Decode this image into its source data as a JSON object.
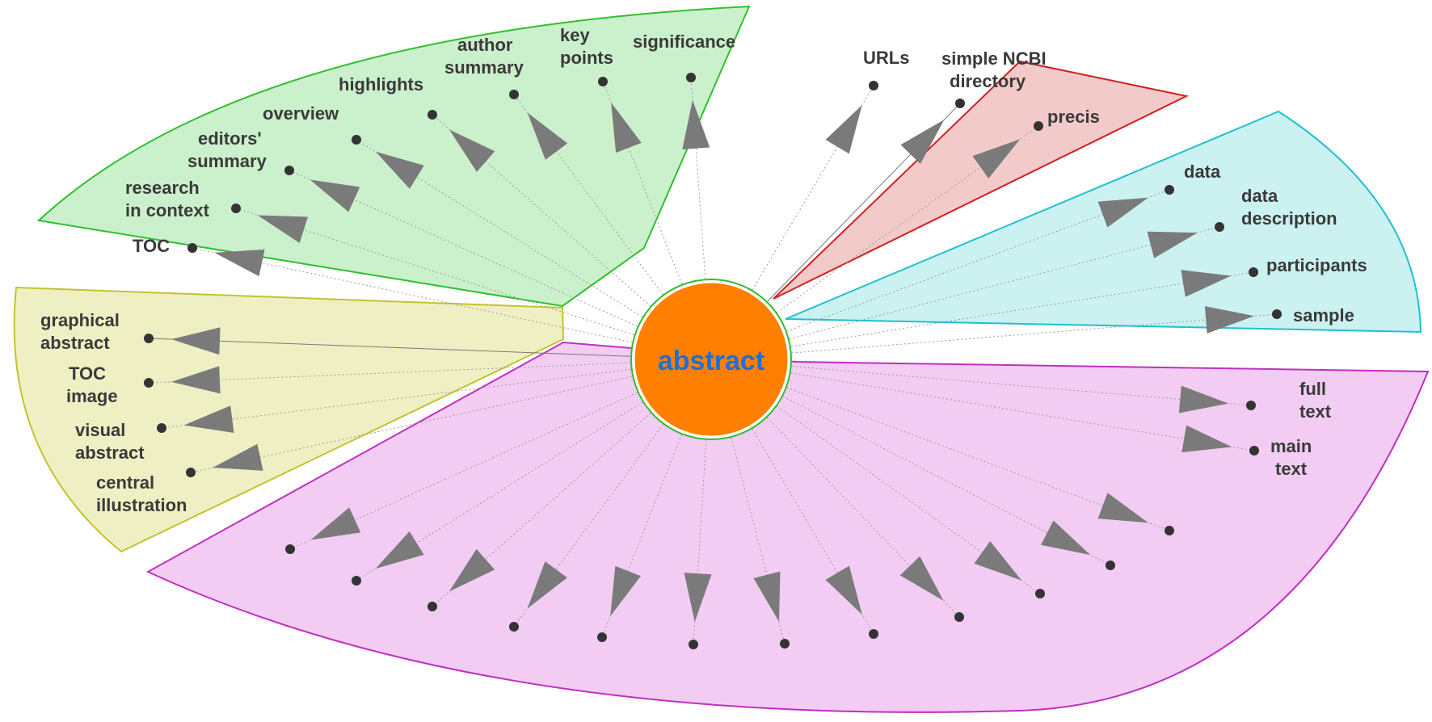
{
  "center": {
    "label": "abstract",
    "fill": "#ff8000",
    "text_color": "#1f6fd6"
  },
  "colors": {
    "green_fill": "#cbf0cc",
    "green_stroke": "#2fbf2f",
    "yellow_fill": "#efefc4",
    "yellow_stroke": "#c3c330",
    "purple_fill": "#f2ccf2",
    "purple_stroke": "#c030c0",
    "red_fill": "#f3caca",
    "red_stroke": "#d02020",
    "cyan_fill": "#cbf1f1",
    "cyan_stroke": "#20c0d0",
    "arrow": "#7a7a7a",
    "dot": "#333333"
  },
  "groups": {
    "green": [
      "significance",
      "key points",
      "author summary",
      "highlights",
      "overview",
      "editors' summary",
      "research in context",
      "TOC"
    ],
    "yellow": [
      "graphical abstract",
      "TOC image",
      "visual abstract",
      "central illustration"
    ],
    "red": [
      "precis"
    ],
    "cyan": [
      "data",
      "data description",
      "participants",
      "sample"
    ],
    "purple": [
      "full text",
      "main text"
    ],
    "ungrouped": [
      "URLs",
      "simple NCBI directory"
    ]
  },
  "labels": {
    "significance": [
      "significance"
    ],
    "key_points": [
      "key",
      "points"
    ],
    "author_summary": [
      "author",
      "summary"
    ],
    "highlights": [
      "highlights"
    ],
    "overview": [
      "overview"
    ],
    "editors_summary": [
      "editors'",
      "summary"
    ],
    "research_in_context": [
      "research",
      "in context"
    ],
    "toc": [
      "TOC"
    ],
    "graphical_abstract": [
      "graphical",
      "abstract"
    ],
    "toc_image": [
      "TOC",
      "image"
    ],
    "visual_abstract": [
      "visual",
      "abstract"
    ],
    "central_illustration": [
      "central",
      "illustration"
    ],
    "urls": [
      "URLs"
    ],
    "simple_ncbi_directory": [
      "simple NCBI",
      "directory"
    ],
    "precis": [
      "precis"
    ],
    "data": [
      "data"
    ],
    "data_description": [
      "data",
      "description"
    ],
    "participants": [
      "participants"
    ],
    "sample": [
      "sample"
    ],
    "full_text": [
      "full",
      "text"
    ],
    "main_text": [
      "main",
      "text"
    ]
  }
}
